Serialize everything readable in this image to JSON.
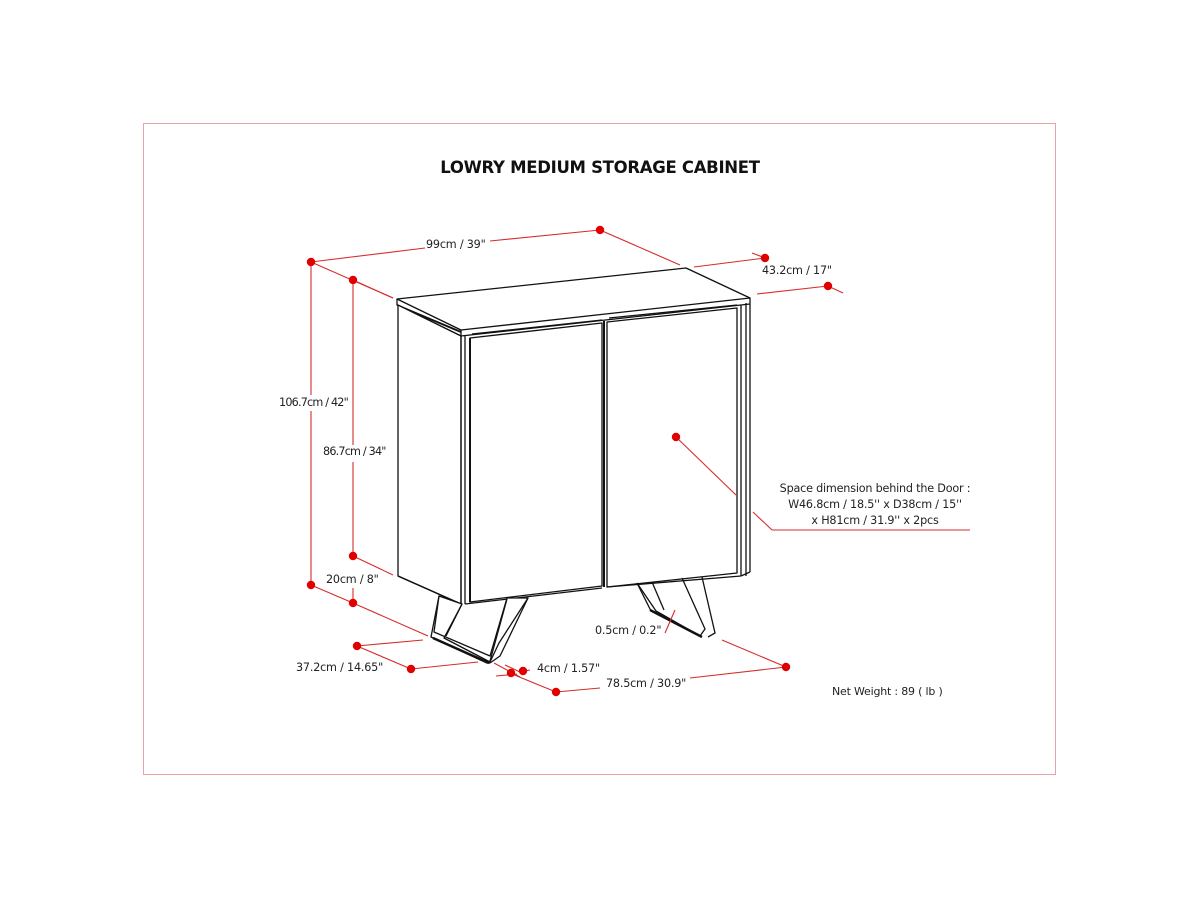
{
  "title": "LOWRY MEDIUM STORAGE CABINET",
  "colors": {
    "frame": "#e8a3a8",
    "dimension_line": "#d62c2c",
    "dimension_dot": "#e00000",
    "outline": "#111111"
  },
  "dimensions": {
    "width": "99cm / 39\"",
    "depth": "43.2cm / 17\"",
    "total_height": "106.7cm / 42\"",
    "body_height": "86.7cm / 34\"",
    "leg_height": "20cm / 8\"",
    "leg_depth": "37.2cm / 14.65\"",
    "leg_thickness": "4cm / 1.57\"",
    "leg_span": "78.5cm / 30.9\"",
    "leg_wall": "0.5cm / 0.2\""
  },
  "interior_note": {
    "line1": "Space dimension behind the Door :",
    "line2": "W46.8cm / 18.5'' x D38cm / 15''",
    "line3": "x H81cm / 31.9'' x 2pcs"
  },
  "net_weight": "Net Weight : 89 ( lb )"
}
